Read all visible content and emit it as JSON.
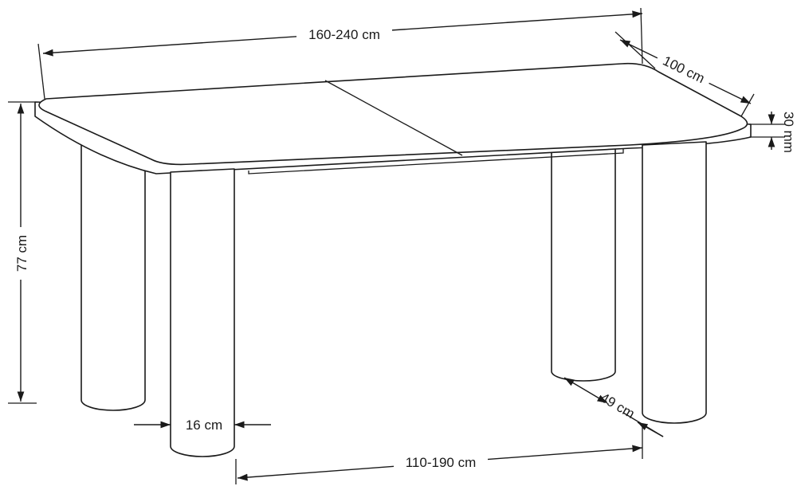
{
  "dimensions": {
    "length": "160-240 cm",
    "width": "100 cm",
    "top_thickness": "30 mm",
    "height": "77 cm",
    "leg_diameter": "16 cm",
    "leg_span": "110-190 cm",
    "leg_depth_offset": "49 cm"
  },
  "colors": {
    "line": "#1a1a1a",
    "background": "#ffffff"
  }
}
